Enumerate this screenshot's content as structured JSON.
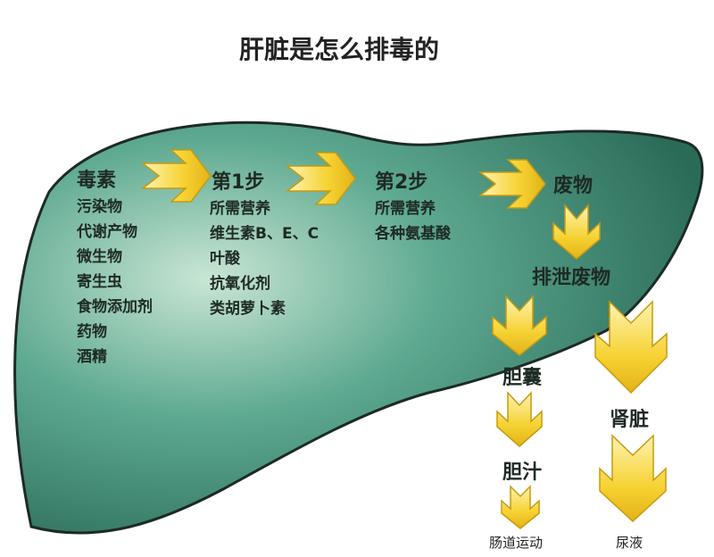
{
  "title": "肝脏是怎么排毒的",
  "colors": {
    "liver_light": "#c9e6d4",
    "liver_mid": "#5ea991",
    "liver_dark": "#2a6b58",
    "outline": "#1d2a25",
    "arrow_fill": "#f6d233",
    "arrow_edge": "#c69a10"
  },
  "toxins": {
    "heading": "毒素",
    "items": [
      "污染物",
      "代谢产物",
      "微生物",
      "寄生虫",
      "食物添加剂",
      "药物",
      "酒精"
    ]
  },
  "step1": {
    "heading": "第1步",
    "items": [
      "所需营养",
      "维生素B、E、C",
      "叶酸",
      "抗氧化剂",
      "类胡萝卜素"
    ]
  },
  "step2": {
    "heading": "第2步",
    "items": [
      "所需营养",
      "各种氨基酸"
    ]
  },
  "waste": "废物",
  "excrete": "排泄废物",
  "gallbladder": "胆囊",
  "bile": "胆汁",
  "kidney": "肾脏",
  "intestine": "肠道运动",
  "urine": "尿液"
}
